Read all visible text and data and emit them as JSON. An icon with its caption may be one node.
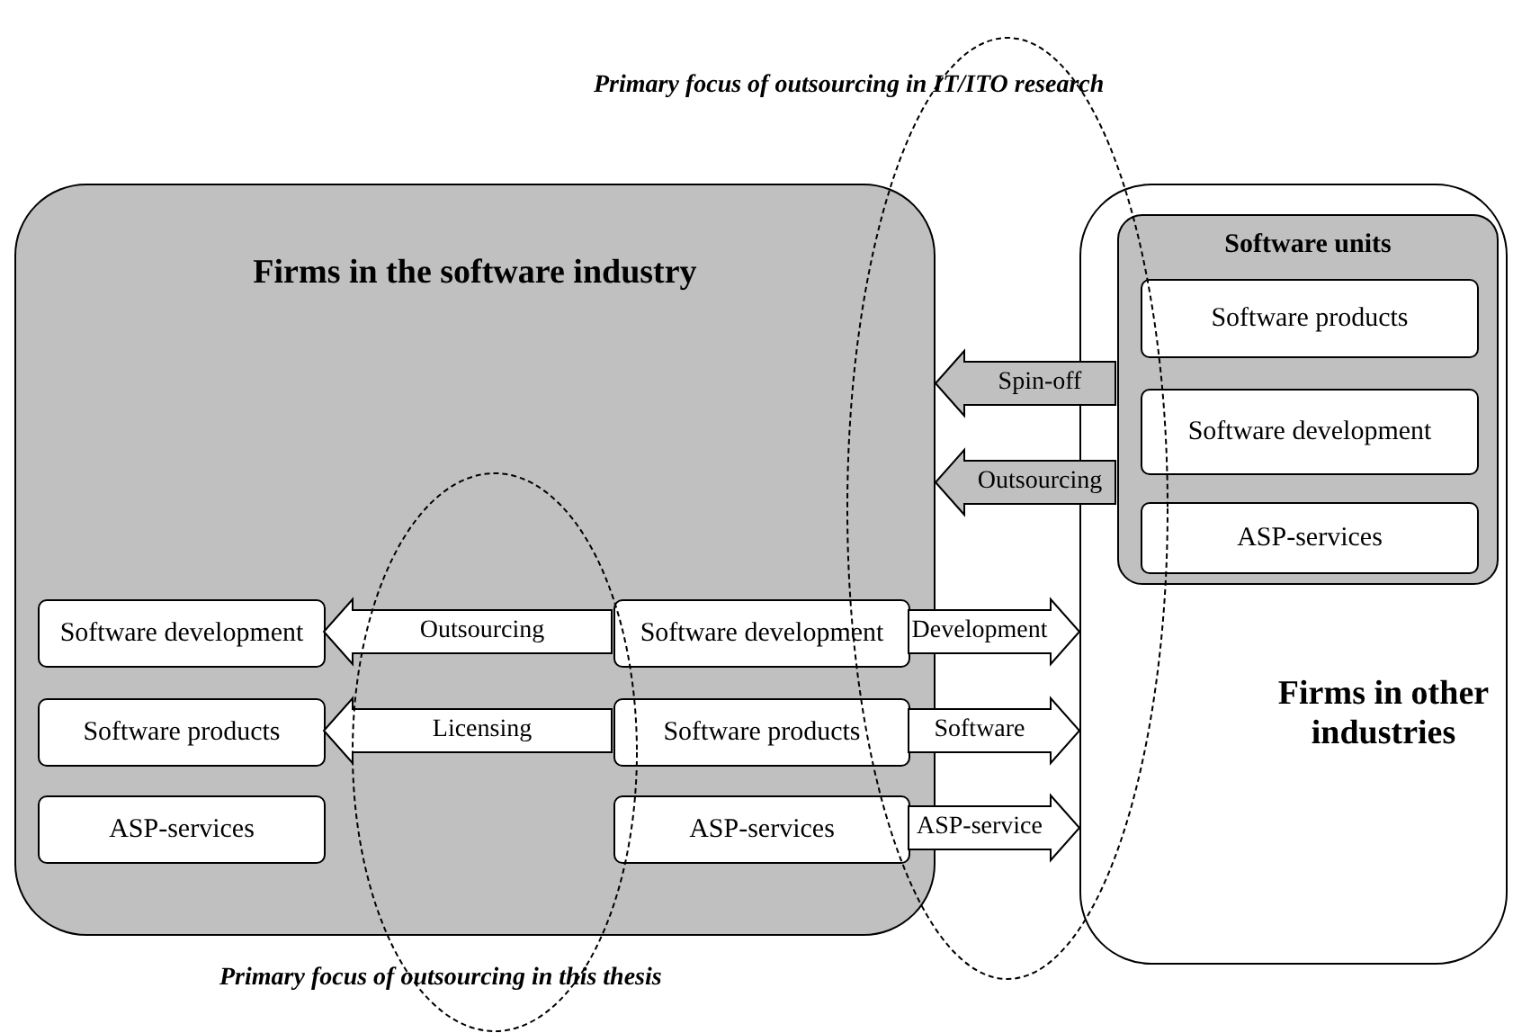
{
  "diagram": {
    "nodes": [
      {
        "text": [
          "Firms in the software industry"
        ]
      },
      {
        "text": [
          "Software development"
        ],
        "in": 0
      },
      {
        "text": [
          "Software products"
        ],
        "in": 0
      },
      {
        "text": [
          "ASP-services"
        ],
        "in": 0
      },
      {
        "text": [
          "Software development"
        ],
        "in": 0
      },
      {
        "text": [
          "Software products"
        ],
        "in": 0
      },
      {
        "text": [
          "ASP-services"
        ],
        "in": 0
      },
      {
        "text": [
          "Firms in other industries"
        ]
      },
      {
        "text": [
          "Software units"
        ],
        "in": 7
      },
      {
        "text": [
          "Software products"
        ],
        "in": 8
      },
      {
        "text": [
          "Software development"
        ],
        "in": 8
      },
      {
        "text": [
          "ASP-services"
        ],
        "in": 8
      },
      {
        "text": [
          "Primary focus of outsourcing in IT/ITO research"
        ]
      },
      {
        "text": [
          "Primary focus of outsourcing in this thesis"
        ]
      }
    ],
    "edges": [
      {
        "from": 4,
        "to": 1,
        "arrow": "to",
        "label": "Outsourcing"
      },
      {
        "from": 5,
        "to": 2,
        "arrow": "to",
        "label": "Licensing"
      },
      {
        "from": 8,
        "to": 0,
        "arrow": "to",
        "label": "Spin-off",
        "color": "#c0c0c0"
      },
      {
        "from": 8,
        "to": 0,
        "arrow": "to",
        "label": "Outsourcing",
        "color": "#c0c0c0"
      },
      {
        "from": 4,
        "to": 7,
        "arrow": "to",
        "label": "Development"
      },
      {
        "from": 5,
        "to": 7,
        "arrow": "to",
        "label": "Software"
      },
      {
        "from": 6,
        "to": 7,
        "arrow": "to",
        "label": "ASP-service"
      }
    ]
  }
}
